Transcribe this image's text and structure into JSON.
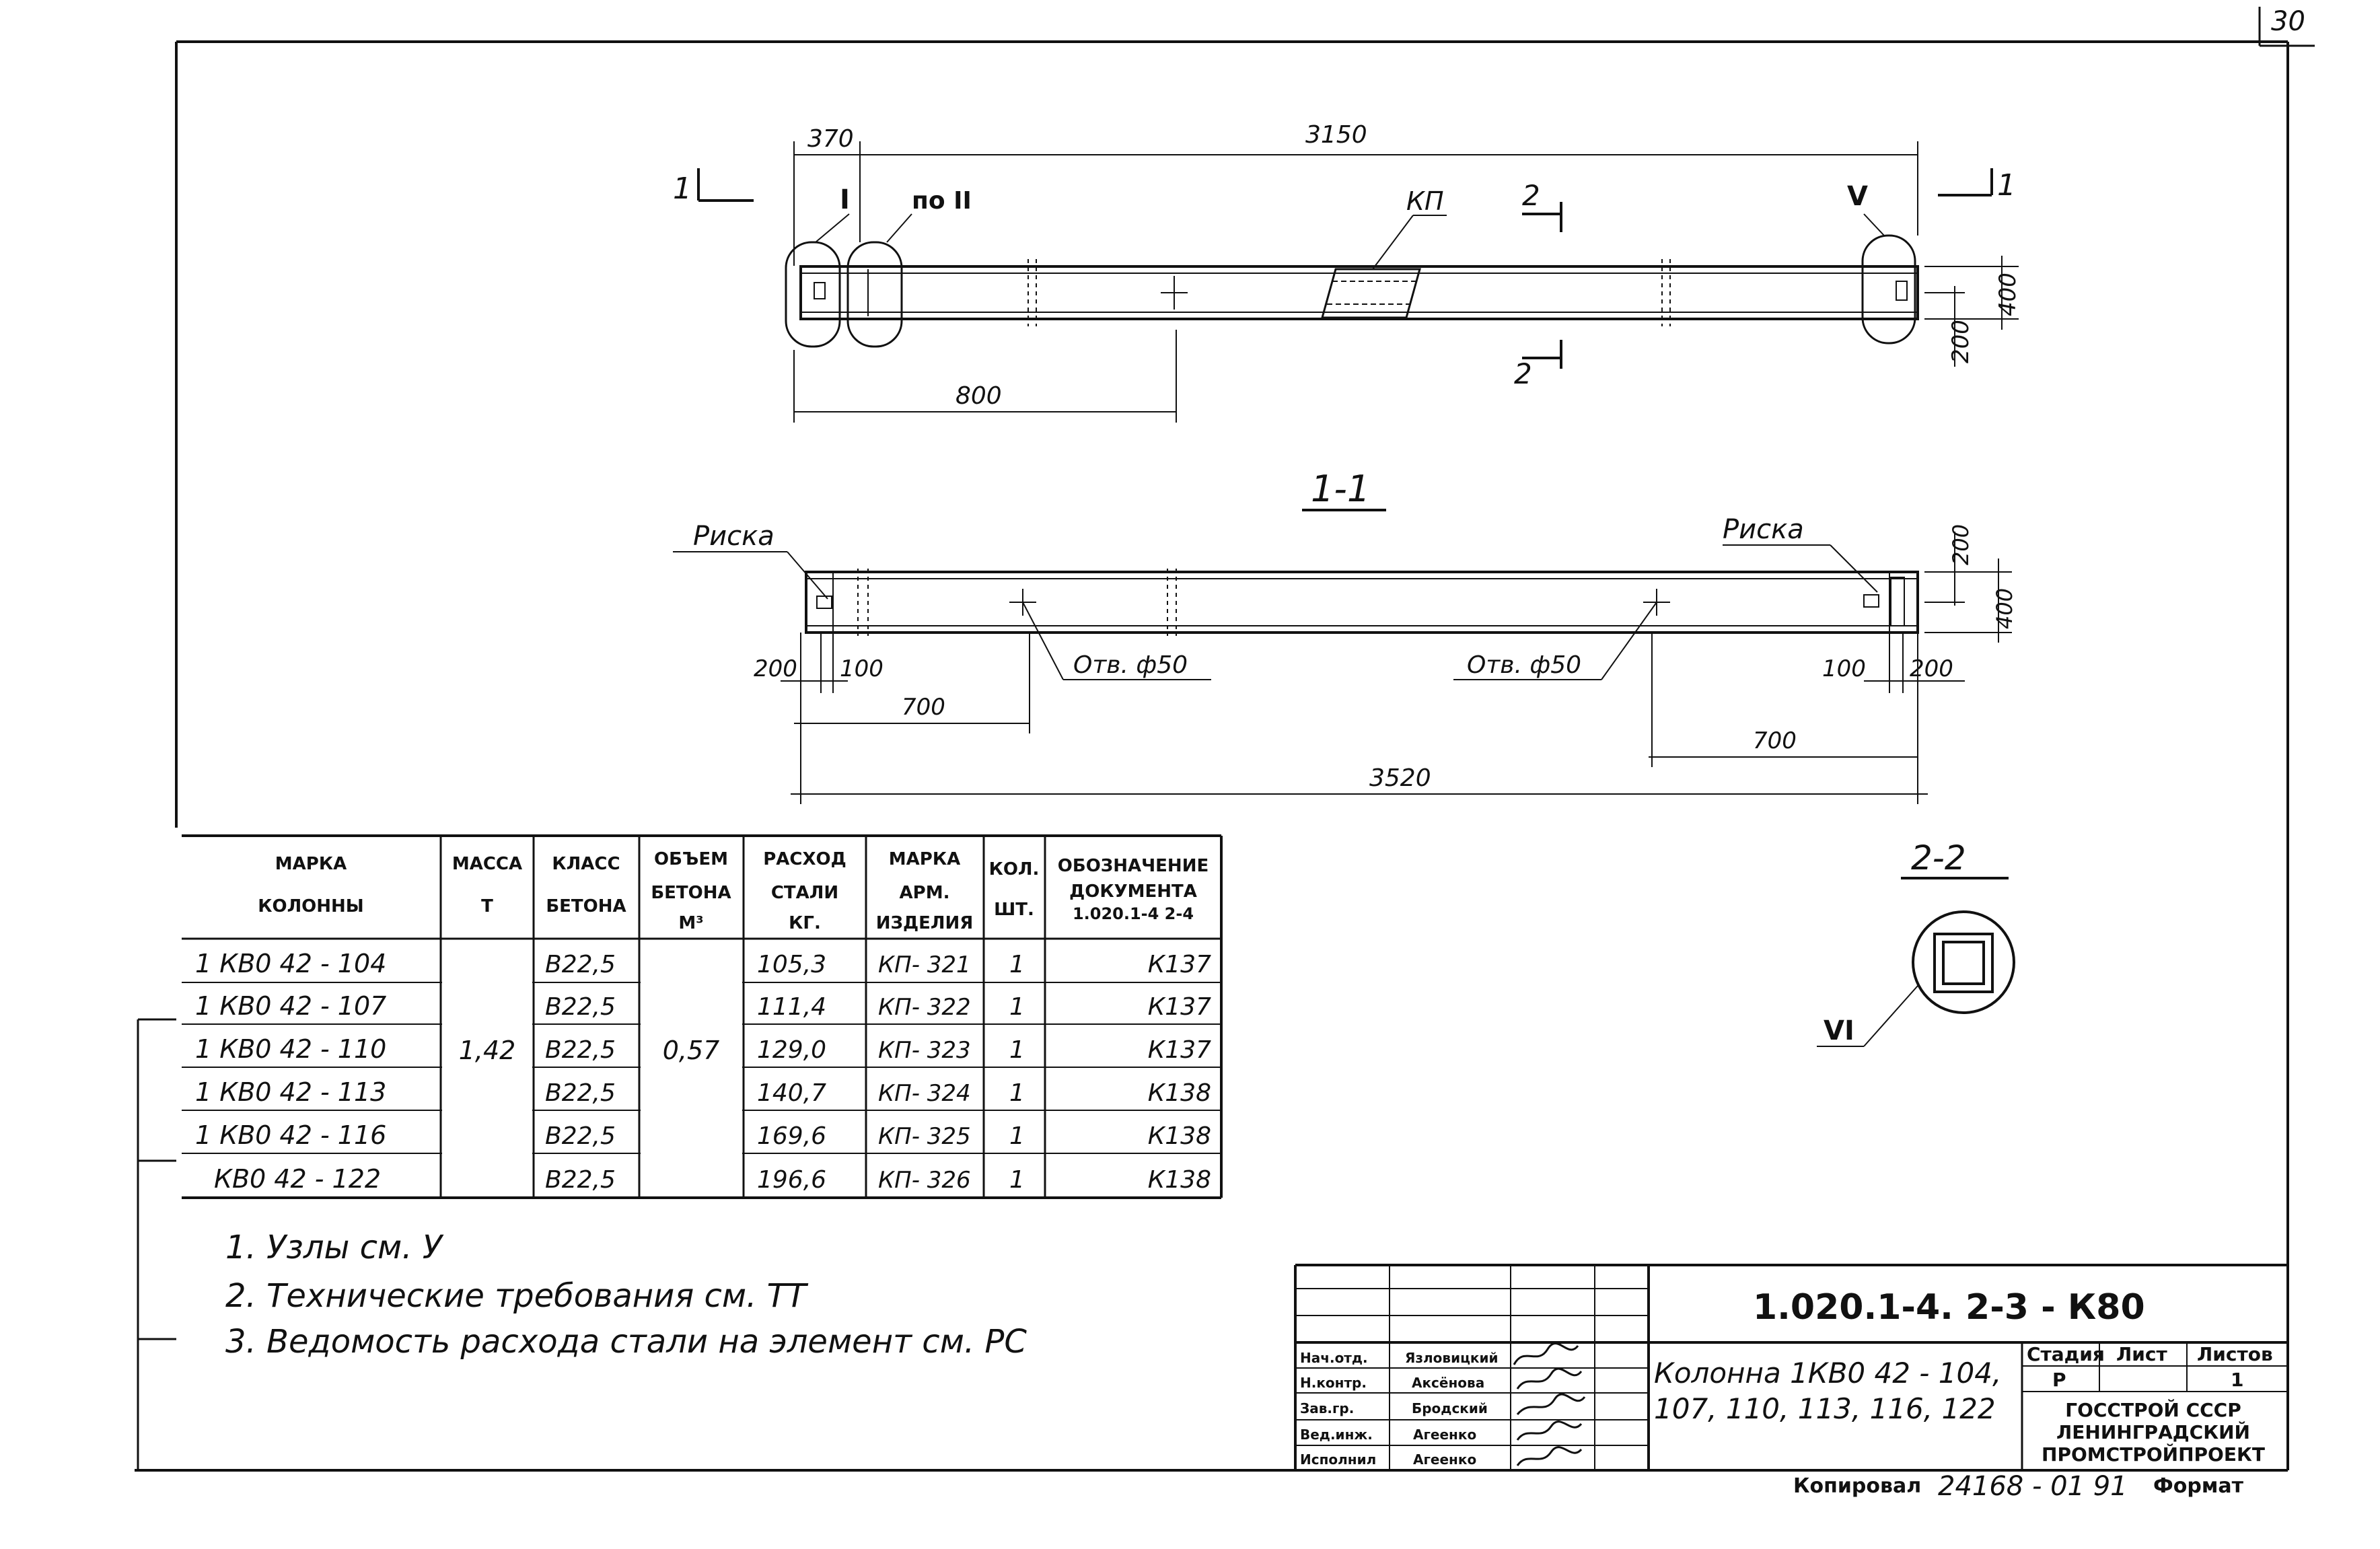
{
  "sheet_number": "30",
  "plan": {
    "dims": {
      "d370": "370",
      "d3150": "3150",
      "d800": "800",
      "d400": "400",
      "d200": "200"
    },
    "labels": {
      "sec1": "1",
      "node1": "I",
      "node2": "по II",
      "node5": "V",
      "kp": "КП",
      "sec2": "2"
    }
  },
  "section_1_1": {
    "title": "1-1",
    "risk_left": "Риска",
    "risk_right": "Риска",
    "hole_left": "Отв. ф50",
    "hole_right": "Отв. ф50",
    "dims": {
      "d200": "200",
      "d100": "100",
      "d700": "700",
      "d3520": "3520",
      "d400": "400"
    }
  },
  "section_2_2": {
    "title": "2-2",
    "node6": "VI"
  },
  "table": {
    "headers": [
      [
        "МАРКА",
        "КОЛОННЫ"
      ],
      [
        "МАССА",
        "Т"
      ],
      [
        "КЛАСС",
        "БЕТОНА"
      ],
      [
        "ОБЪЕМ",
        "БЕТОНА",
        "М³"
      ],
      [
        "РАСХОД",
        "СТАЛИ",
        "КГ."
      ],
      [
        "МАРКА",
        "АРМ.",
        "ИЗДЕЛИЯ"
      ],
      [
        "КОЛ.",
        "ШТ."
      ],
      [
        "ОБОЗНАЧЕНИЕ",
        "ДОКУМЕНТА",
        "1.020.1-4 2-4"
      ]
    ],
    "mass": "1,42",
    "volume": "0,57",
    "rows": [
      {
        "mark": "1 КВ0 42 - 104",
        "concrete": "В22,5",
        "steel": "105,3",
        "arm": "КП- 321",
        "qty": "1",
        "doc": "К137"
      },
      {
        "mark": "1 КВ0 42 - 107",
        "concrete": "В22,5",
        "steel": "111,4",
        "arm": "КП- 322",
        "qty": "1",
        "doc": "К137"
      },
      {
        "mark": "1 КВ0 42 - 110",
        "concrete": "В22,5",
        "steel": "129,0",
        "arm": "КП- 323",
        "qty": "1",
        "doc": "К137"
      },
      {
        "mark": "1 КВ0 42 - 113",
        "concrete": "В22,5",
        "steel": "140,7",
        "arm": "КП- 324",
        "qty": "1",
        "doc": "К138"
      },
      {
        "mark": "1 КВ0 42 - 116",
        "concrete": "В22,5",
        "steel": "169,6",
        "arm": "КП- 325",
        "qty": "1",
        "doc": "К138"
      },
      {
        "mark": "КВ0 42 - 122",
        "concrete": "В22,5",
        "steel": "196,6",
        "arm": "КП- 326",
        "qty": "1",
        "doc": "К138"
      }
    ]
  },
  "notes": [
    "1. Узлы см. У",
    "2. Технические требования см. ТТ",
    "3. Ведомость расхода стали на элемент см. РС"
  ],
  "title_block": {
    "code": "1.020.1-4.  2-3  -  К80",
    "title_line1": "Колонна 1КВ0 42 - 104,",
    "title_line2": "107, 110, 113, 116, 122",
    "stage_label": "Стадия",
    "stage_value": "Р",
    "sheet_label": "Лист",
    "sheets_label": "Листов",
    "sheets_value": "1",
    "org_line1": "ГОССТРОЙ СССР",
    "org_line2": "ЛЕНИНГРАДСКИЙ",
    "org_line3": "ПРОМСТРОЙПРОЕКТ",
    "staff": [
      {
        "role": "Нач.отд.",
        "name": "Язловицкий"
      },
      {
        "role": "Н.контр.",
        "name": "Аксёнова"
      },
      {
        "role": "Зав.гр.",
        "name": "Бродский"
      },
      {
        "role": "Вед.инж.",
        "name": "Агеенко"
      },
      {
        "role": "Исполнил",
        "name": "Агеенко"
      }
    ],
    "copied_label": "Копировал",
    "copied_value": "24168 - 01  91",
    "format_label": "Формат"
  }
}
